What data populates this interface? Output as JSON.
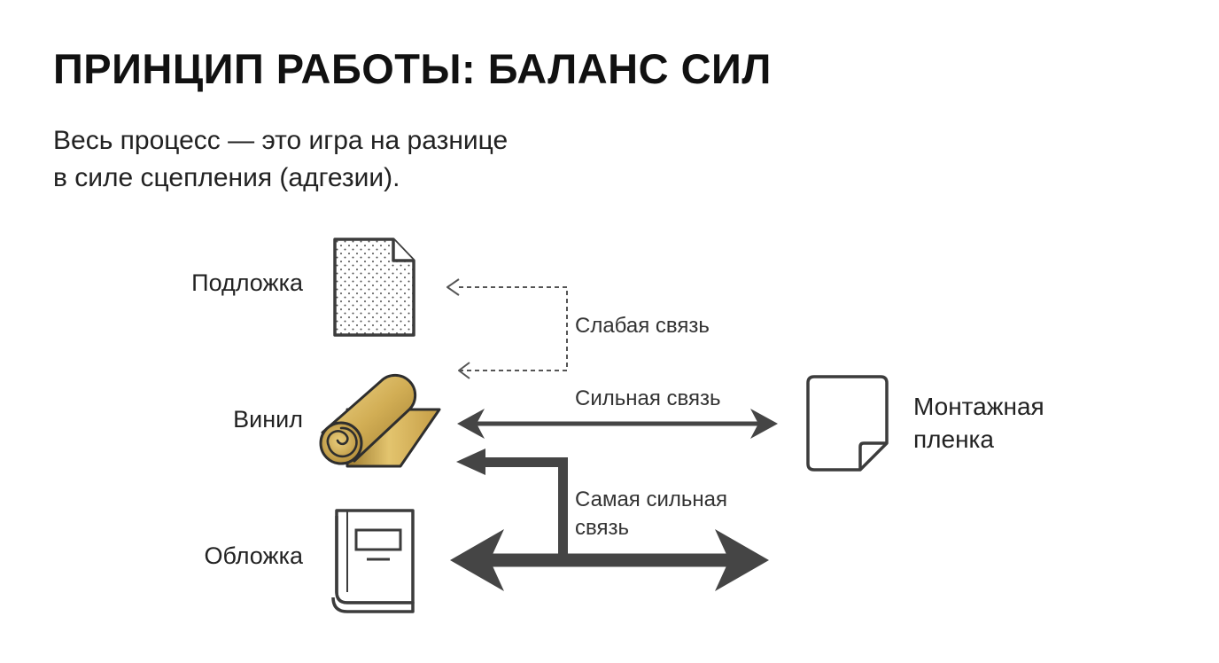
{
  "title": "ПРИНЦИП РАБОТЫ: БАЛАНС СИЛ",
  "subtitle": {
    "line1": "Весь процесс — это игра на разнице",
    "line2": "в силе сцепления (адгезии)."
  },
  "layers": {
    "substrate": "Подложка",
    "vinyl": "Винил",
    "cover": "Обложка"
  },
  "tape": {
    "line1": "Монтажная",
    "line2": "пленка"
  },
  "bonds": {
    "weak": "Слабая связь",
    "strong": "Сильная связь",
    "strongest_line1": "Самая сильная",
    "strongest_line2": "связь"
  },
  "colors": {
    "ink": "#3c3c3c",
    "arrow": "#454545",
    "gold_light": "#e6c874",
    "gold_dark": "#a5812f"
  },
  "icons": {
    "substrate": "dotted-sheet-icon",
    "vinyl": "vinyl-roll-icon",
    "cover": "book-icon",
    "tape": "blank-sheet-icon"
  }
}
